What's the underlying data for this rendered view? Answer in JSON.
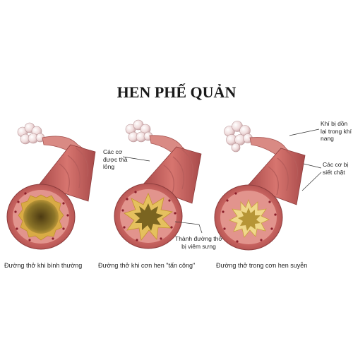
{
  "title": "HEN PHẾ QUẢN",
  "labels": {
    "muscle_relaxed": [
      "Các cơ",
      "được thả",
      "lỏng"
    ],
    "wall_inflamed": [
      "Thành đường thở",
      "bị viêm sưng"
    ],
    "air_trapped": [
      "Khí bị dồn",
      "lại trong khí",
      "nang"
    ],
    "muscle_tightened": [
      "Các cơ bị",
      "siết chặt"
    ]
  },
  "captions": {
    "normal": "Đường thở khi bình thường",
    "attack": "Đường thở khi cơn hen \"tấn công\"",
    "asthma": "Đường thở trong cơn hen suyễn"
  },
  "colors": {
    "tube": "#c8615f",
    "tube_dark": "#9d3f40",
    "tube_light": "#e89a92",
    "mucus": "#dcb24b",
    "lumen": "#6e5a20",
    "alveoli": "#f1dede"
  }
}
